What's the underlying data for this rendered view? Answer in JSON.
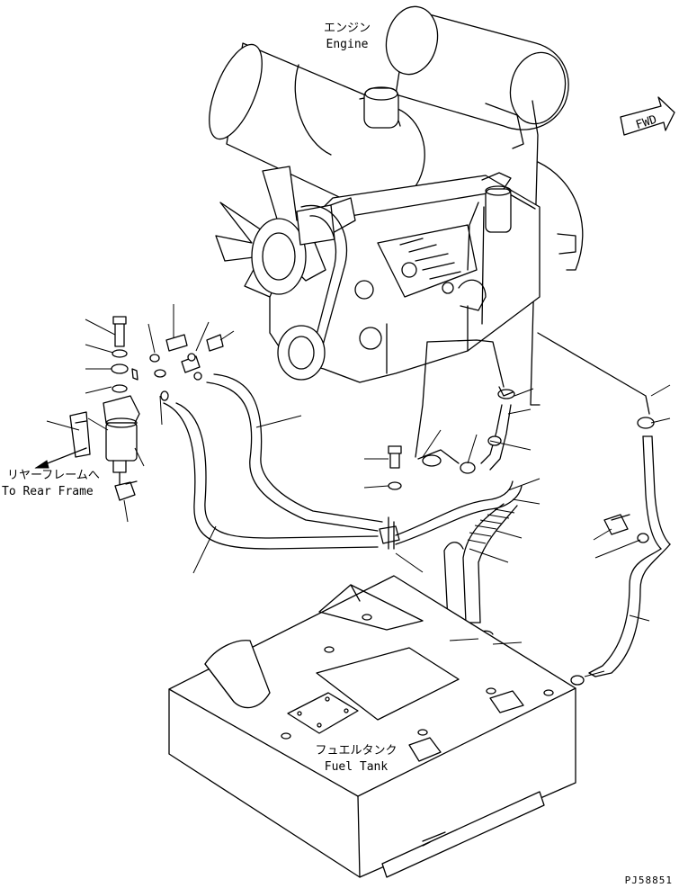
{
  "labels": {
    "engine_jp": "エンジン",
    "engine_en": "Engine",
    "fwd": "FWD",
    "rear_frame_jp": "リヤーフレームへ",
    "rear_frame_en": "To Rear Frame",
    "fuel_tank_jp": "フュエルタンク",
    "fuel_tank_en": "Fuel Tank",
    "drawing_no": "PJ58851"
  }
}
